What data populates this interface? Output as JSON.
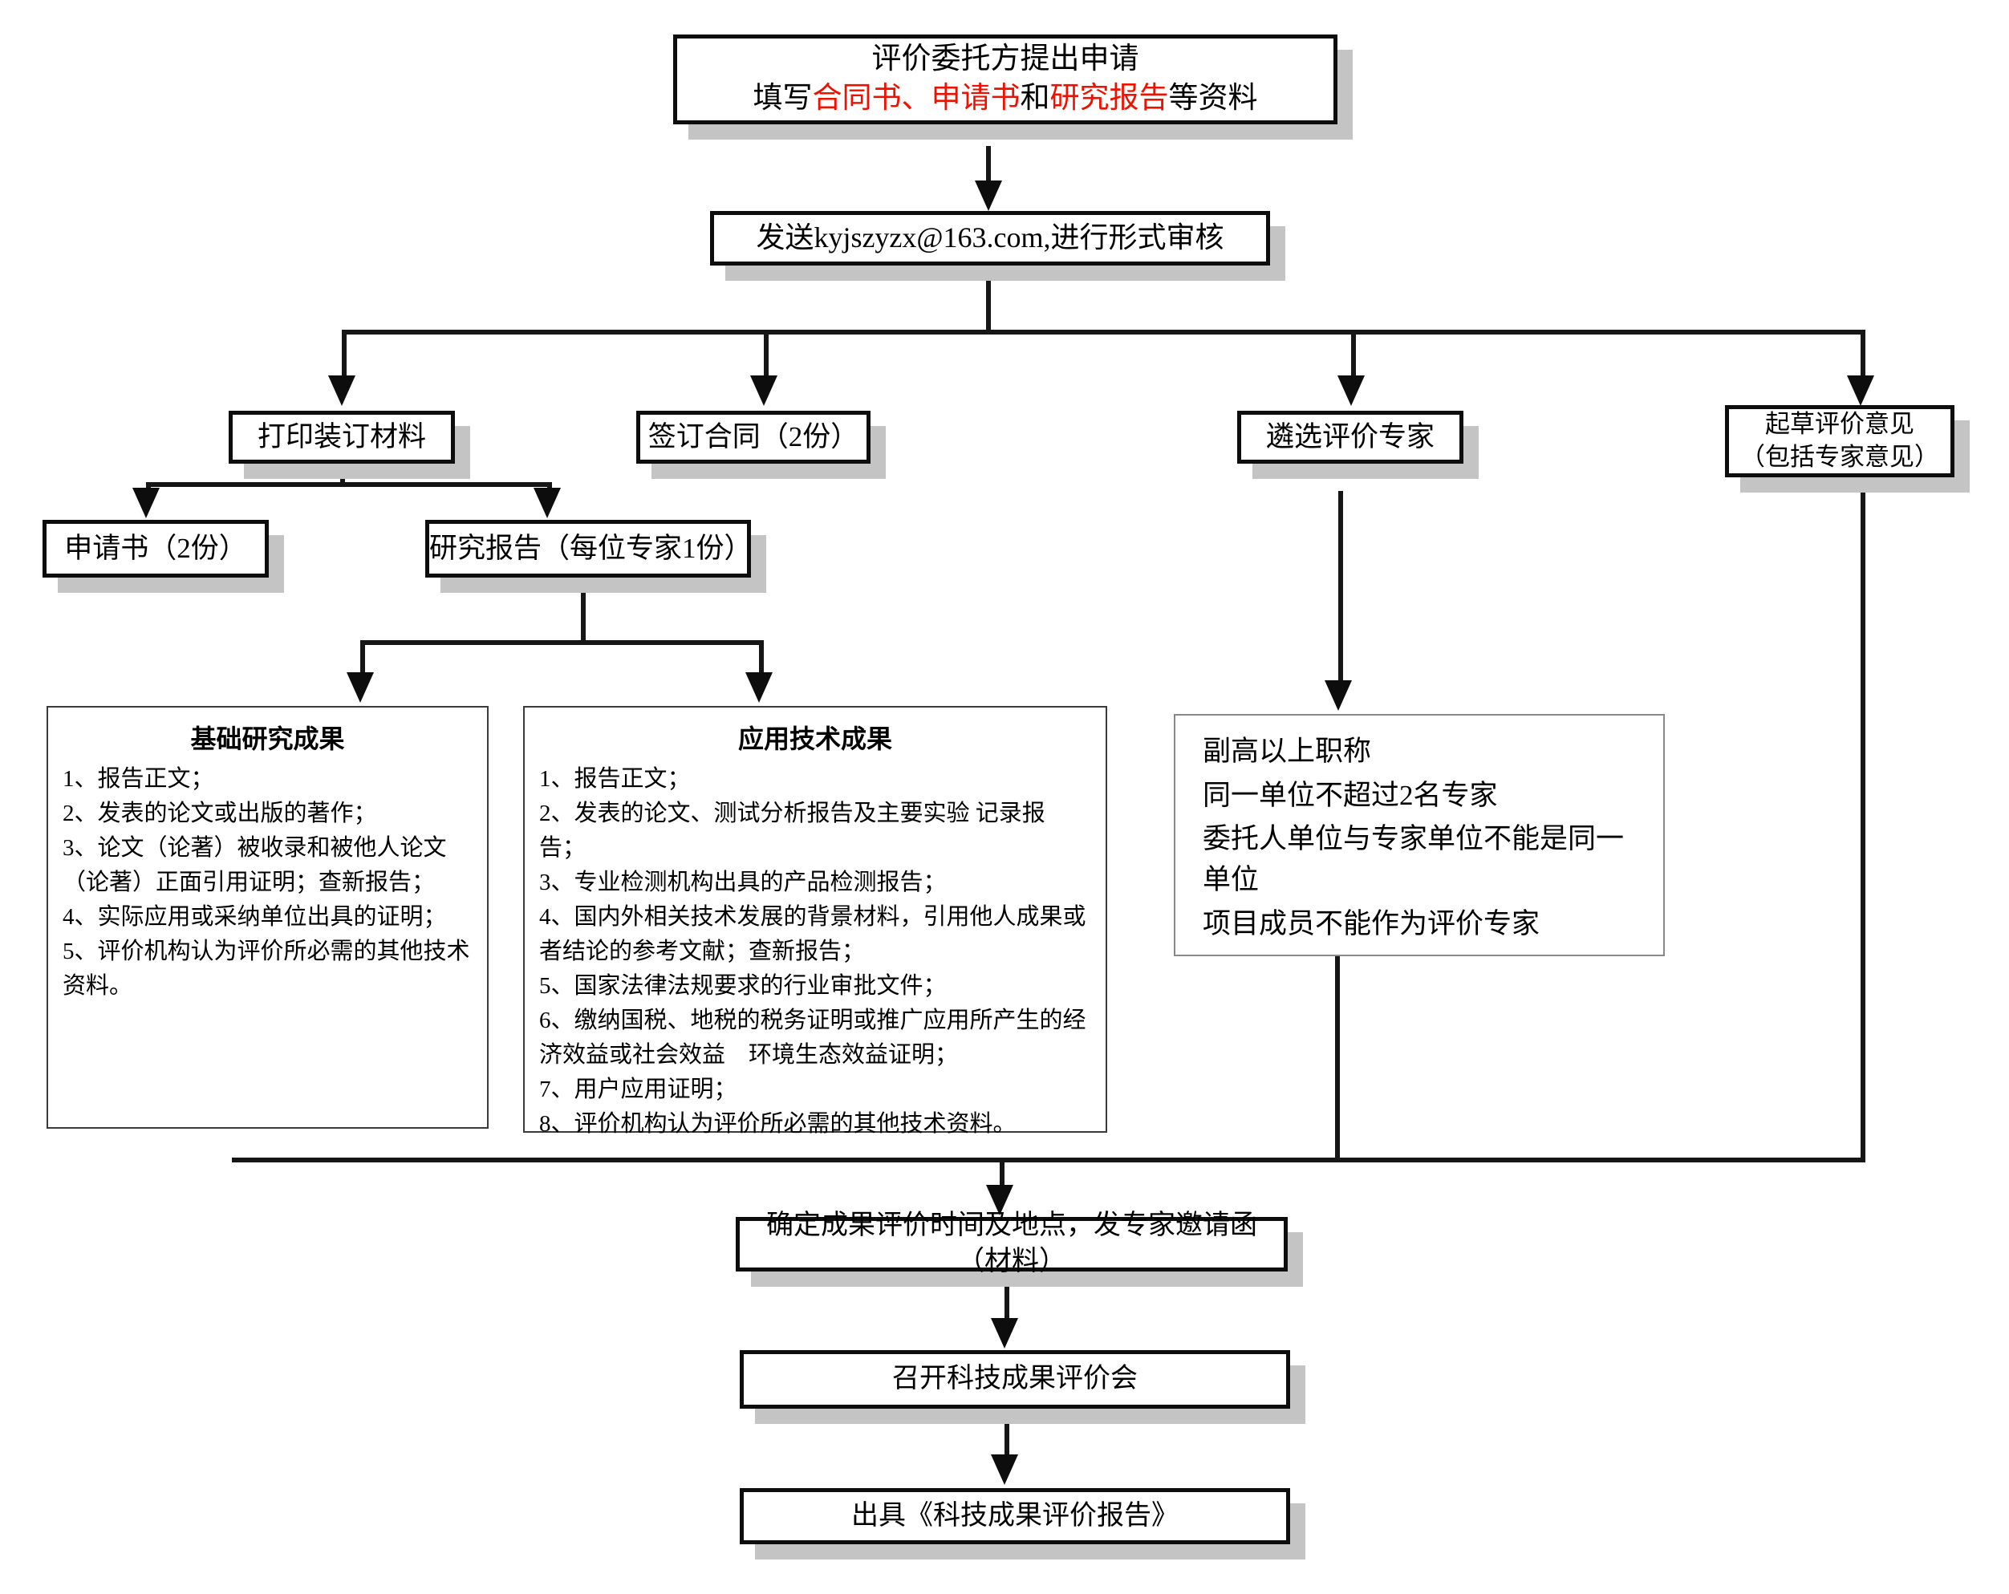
{
  "colors": {
    "accent_red": "#ee1100",
    "shadow_gray": "#c4c4c4",
    "line_black": "#161616"
  },
  "flow": {
    "start": {
      "line1": "评价委托方提出申请",
      "line2_seg1": "填写",
      "line2_seg2": "合同书、申请书",
      "line2_seg3": "和",
      "line2_seg4": "研究报告",
      "line2_seg5": "等资料"
    },
    "email": "发送kyjszyzx@163.com,进行形式审核",
    "branch_print": "打印装订材料",
    "branch_contract": "签订合同（2份）",
    "branch_select_experts": "遴选评价专家",
    "branch_draft_line1": "起草评价意见",
    "branch_draft_line2": "（包括专家意见）",
    "application": "申请书（2份）",
    "research_report": "研究报告（每位专家1份）",
    "basic_results": {
      "title": "基础研究成果",
      "items": [
        "1、报告正文；",
        "2、发表的论文或出版的著作；",
        "3、论文（论著）被收录和被他人论文（论著）正面引用证明；查新报告；",
        "4、实际应用或采纳单位出具的证明；",
        "5、评价机构认为评价所必需的其他技术资料。"
      ]
    },
    "applied_results": {
      "title": "应用技术成果",
      "items": [
        "1、报告正文；",
        "2、发表的论文、测试分析报告及主要实验 记录报告；",
        "3、专业检测机构出具的产品检测报告；",
        "4、国内外相关技术发展的背景材料，引用他人成果或者结论的参考文献；查新报告；",
        "5、国家法律法规要求的行业审批文件；",
        "6、缴纳国税、地税的税务证明或推广应用所产生的经济效益或社会效益　环境生态效益证明；",
        "7、用户应用证明；",
        "8、评价机构认为评价所必需的其他技术资料。"
      ]
    },
    "expert_criteria": [
      "副高以上职称",
      "同一单位不超过2名专家",
      "委托人单位与专家单位不能是同一单位",
      "项目成员不能作为评价专家"
    ],
    "schedule": "确定成果评价时间及地点，发专家邀请函（材料）",
    "meeting": "召开科技成果评价会",
    "final_report": "出具《科技成果评价报告》"
  }
}
